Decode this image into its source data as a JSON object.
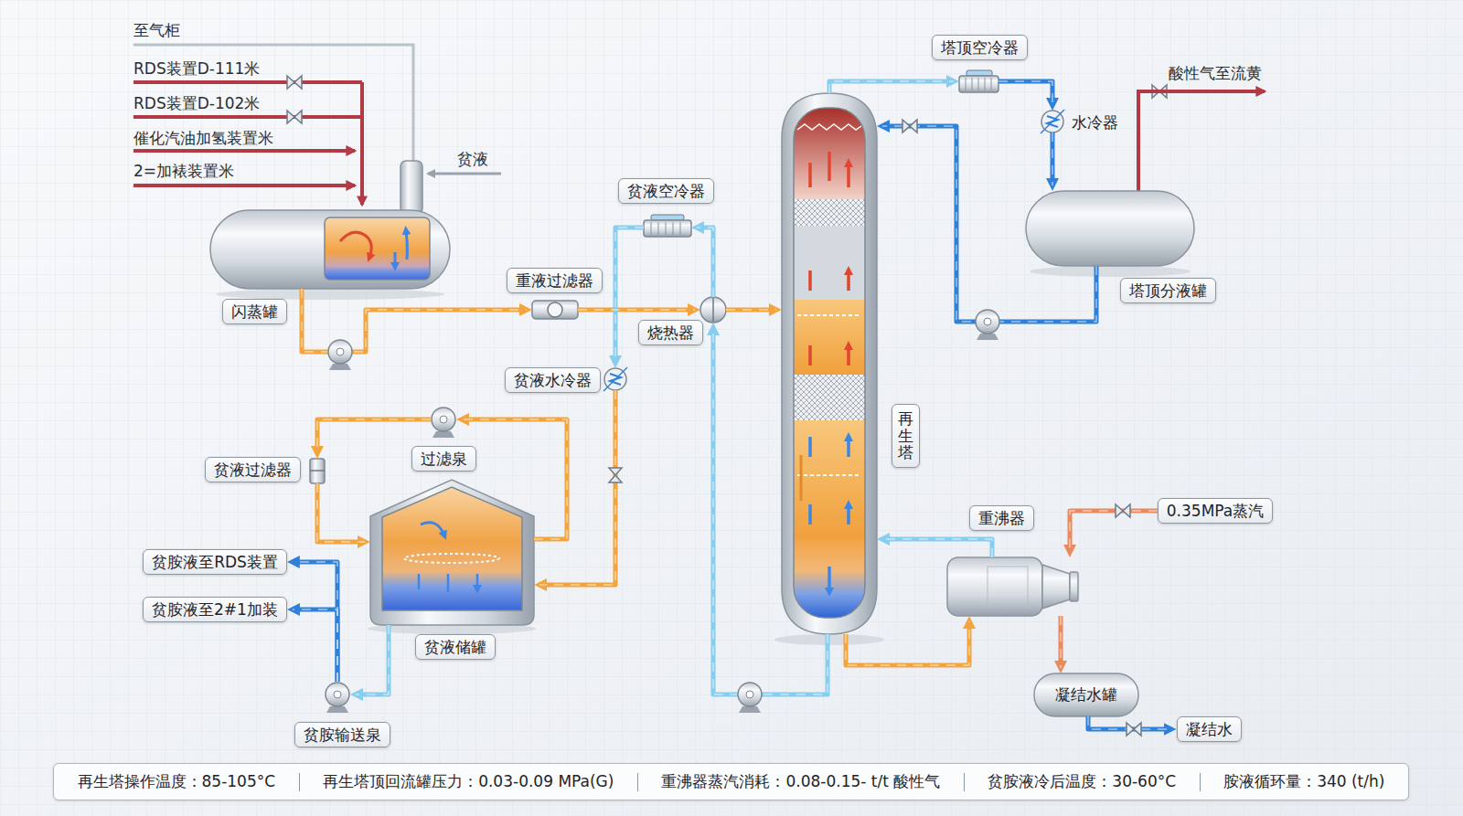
{
  "diagram": {
    "nodes": [
      {
        "text": [
          "闪蒸罐"
        ]
      },
      {
        "text": [
          "贫液空冷器"
        ]
      },
      {
        "text": [
          "重液过滤器"
        ]
      },
      {
        "text": [
          "烧热器"
        ]
      },
      {
        "text": [
          "贫液水冷器"
        ]
      },
      {
        "text": [
          "贫液过滤器"
        ]
      },
      {
        "text": [
          "过滤泉"
        ]
      },
      {
        "text": [
          "贫液储罐"
        ]
      },
      {
        "text": [
          "贫胺液至RDS装置"
        ]
      },
      {
        "text": [
          "贫胺液至2#1加装"
        ]
      },
      {
        "text": [
          "贫胺输送泉"
        ]
      },
      {
        "text": [
          "塔顶空冷器"
        ]
      },
      {
        "text": [
          "水冷器"
        ]
      },
      {
        "text": [
          "塔顶分液罐"
        ]
      },
      {
        "text": [
          "再生塔"
        ]
      },
      {
        "text": [
          "重沸器"
        ]
      },
      {
        "text": [
          "0.35MPa蒸汽"
        ]
      },
      {
        "text": [
          "凝结水罐"
        ]
      },
      {
        "text": [
          "凝结水"
        ]
      },
      {
        "text": [
          "再生塔操作温度：85-105°C",
          "再生塔顶回流罐压力：0.03-0.09 MPa(G)",
          "重沸器蒸汽消耗：0.08-0.15- t/t 酸性气",
          "贫胺液冷后温度：30-60°C",
          "胺液循环量：340 (t/h)"
        ]
      }
    ],
    "edges": [
      {
        "from": 0,
        "to": 2,
        "arrow": "to"
      },
      {
        "from": 2,
        "to": 3,
        "arrow": "to"
      },
      {
        "from": 3,
        "to": 14,
        "arrow": "to"
      },
      {
        "from": 14,
        "to": 3,
        "arrow": "to"
      },
      {
        "from": 3,
        "to": 1,
        "arrow": "to"
      },
      {
        "from": 1,
        "to": 4,
        "arrow": "to"
      },
      {
        "from": 4,
        "to": 7,
        "arrow": "to"
      },
      {
        "from": 7,
        "to": 6,
        "arrow": "to"
      },
      {
        "from": 6,
        "to": 5,
        "arrow": "to"
      },
      {
        "from": 5,
        "to": 7,
        "arrow": "to"
      },
      {
        "from": 7,
        "to": 10,
        "arrow": "to"
      },
      {
        "from": 10,
        "to": 8,
        "arrow": "to"
      },
      {
        "from": 10,
        "to": 9,
        "arrow": "to"
      },
      {
        "from": 14,
        "to": 11,
        "arrow": "to"
      },
      {
        "from": 11,
        "to": 12,
        "arrow": "to"
      },
      {
        "from": 12,
        "to": 13,
        "arrow": "to"
      },
      {
        "from": 13,
        "to": 14,
        "arrow": "to"
      },
      {
        "from": 14,
        "to": 15,
        "arrow": "to"
      },
      {
        "from": 15,
        "to": 14,
        "arrow": "to"
      },
      {
        "from": 16,
        "to": 15,
        "arrow": "to"
      },
      {
        "from": 15,
        "to": 17,
        "arrow": "to"
      },
      {
        "from": 17,
        "to": 18,
        "arrow": "to"
      }
    ],
    "labels": [
      "至气柜",
      "RDS装置D-111米",
      "RDS装置D-102米",
      "催化汽油加氢装置米",
      "2=加裱装置米",
      "贫液",
      "酸性气至流黄"
    ]
  }
}
